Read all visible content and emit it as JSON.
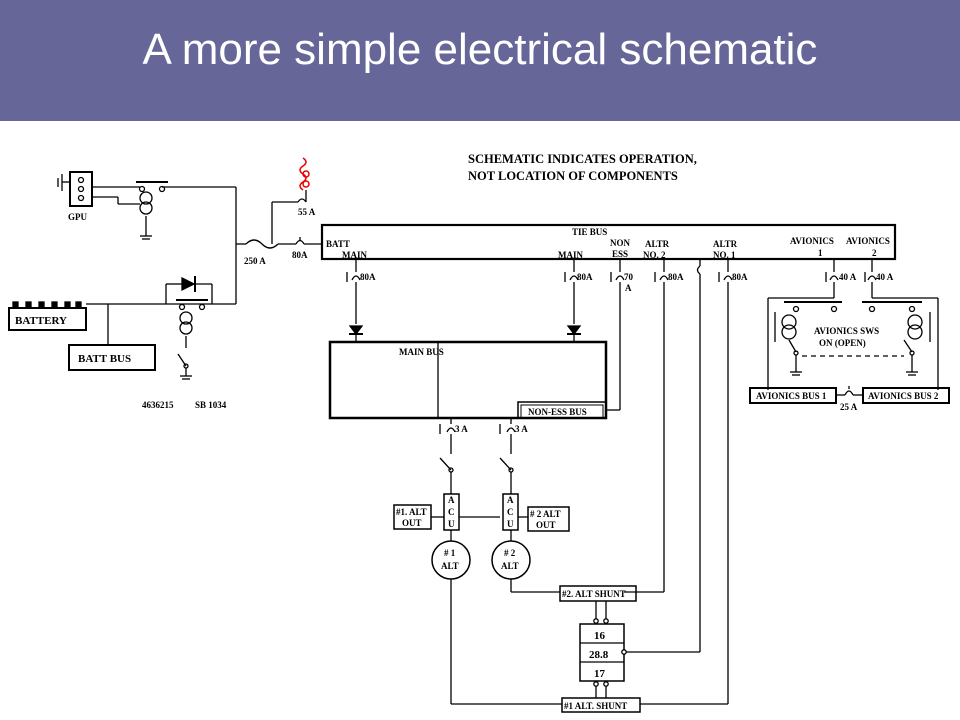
{
  "slide": {
    "title": "A more simple electrical schematic"
  },
  "schematic": {
    "note_line1": "SCHEMATIC INDICATES OPERATION,",
    "note_line2": "NOT LOCATION OF COMPONENTS",
    "gpu": "GPU",
    "battery": "BATTERY",
    "batt_bus": "BATT BUS",
    "part_number": "4636215",
    "service_bulletin": "SB 1034",
    "fuse_250": "250 A",
    "cb_55": "55 A",
    "cb_80_batt": "80A",
    "tie_bus": "TIE BUS",
    "batt_main": [
      "BATT",
      "MAIN"
    ],
    "main_tap": "MAIN",
    "non_ess": [
      "NON",
      "ESS"
    ],
    "altr_2": [
      "ALTR",
      "NO. 2"
    ],
    "altr_1": [
      "ALTR",
      "NO. 1"
    ],
    "avionics_1": [
      "AVIONICS",
      "1"
    ],
    "avionics_2": [
      "AVIONICS",
      "2"
    ],
    "cb_80": "80A",
    "cb_70": [
      "70",
      "A"
    ],
    "cb_40": "40 A",
    "main_bus": "MAIN BUS",
    "non_ess_bus": "NON-ESS BUS",
    "avionics_sws": [
      "AVIONICS SWS",
      "ON (OPEN)"
    ],
    "avionics_bus_1": "AVIONICS BUS 1",
    "avionics_bus_2": "AVIONICS BUS 2",
    "cb_25": "25 A",
    "cb_3": "3 A",
    "acu_letters": [
      "A",
      "C",
      "U"
    ],
    "alt1_out": [
      "#1. ALT",
      "OUT"
    ],
    "alt2_out": [
      "# 2 ALT",
      "OUT"
    ],
    "alt1": [
      "# 1",
      "ALT"
    ],
    "alt2": [
      "# 2",
      "ALT"
    ],
    "alt2_shunt": "#2. ALT SHUNT",
    "alt1_shunt": "#1 ALT. SHUNT",
    "meter_values": [
      "16",
      "28.8",
      "17"
    ]
  },
  "colors": {
    "header_bg": "#666699",
    "title_text": "#ffffff",
    "accent_red": "#e60000"
  }
}
